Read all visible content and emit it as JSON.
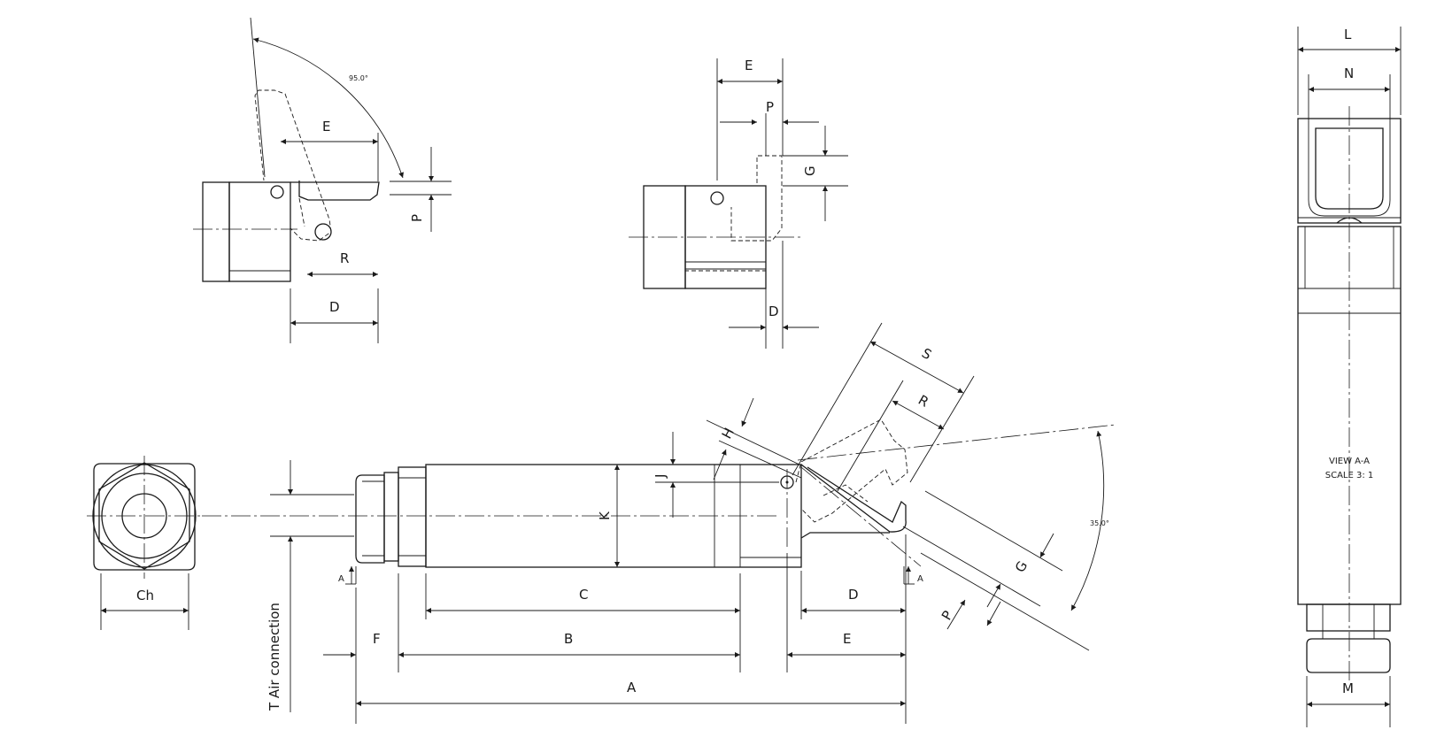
{
  "top_left_view": {
    "angle": "95.0°",
    "dims": {
      "E": "E",
      "P": "P",
      "R": "R",
      "D": "D"
    }
  },
  "top_middle_view": {
    "dims": {
      "E": "E",
      "P": "P",
      "G": "G",
      "D": "D"
    }
  },
  "front_view": {
    "label": "Ch"
  },
  "side_view": {
    "air_label": "T Air connection",
    "section_mark": "A",
    "angle": "35.0°",
    "dims": {
      "A": "A",
      "B": "B",
      "C": "C",
      "D": "D",
      "E": "E",
      "F": "F",
      "G": "G",
      "H": "H",
      "J": "J",
      "K": "K",
      "P": "P",
      "R": "R",
      "S": "S"
    }
  },
  "section_view": {
    "title": "VIEW A-A",
    "scale": "SCALE 3: 1",
    "dims": {
      "L": "L",
      "N": "N",
      "M": "M"
    }
  }
}
